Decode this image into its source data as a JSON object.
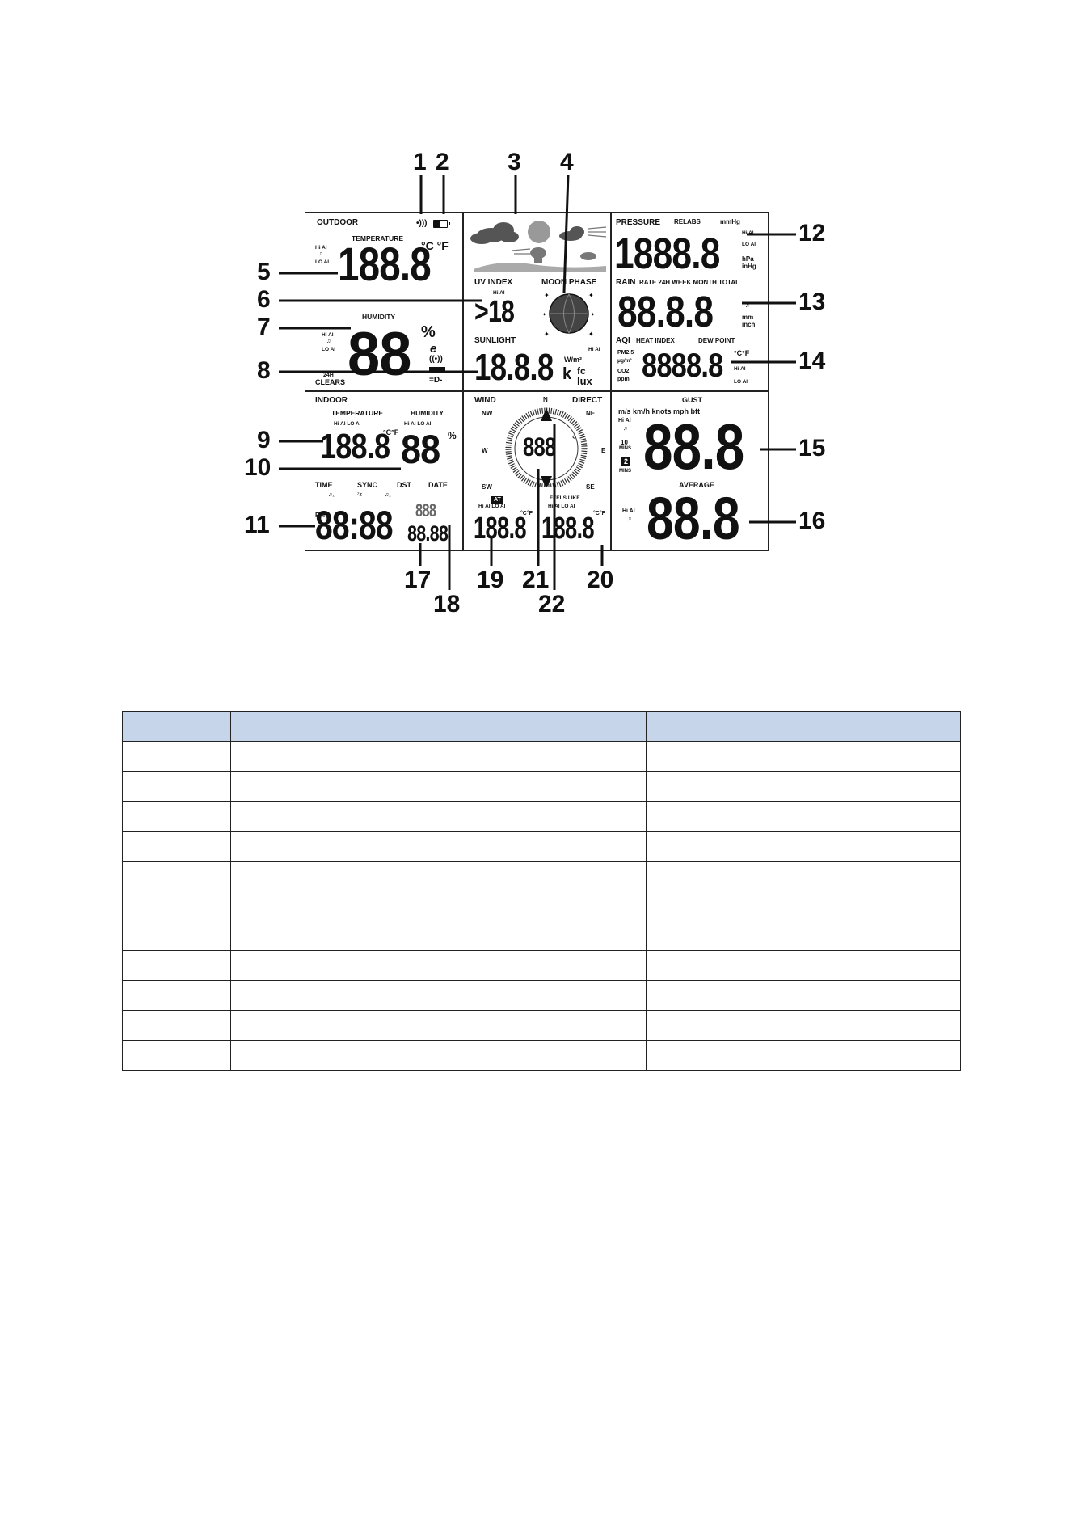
{
  "callouts": [
    "1",
    "2",
    "3",
    "4",
    "5",
    "6",
    "7",
    "8",
    "9",
    "10",
    "11",
    "12",
    "13",
    "14",
    "15",
    "16",
    "17",
    "18",
    "19",
    "20",
    "21",
    "22"
  ],
  "outdoor": {
    "section": "OUTDOOR",
    "temperature_label": "TEMPERATURE",
    "units": "°C °F",
    "hi_al": "Hi Al",
    "lo_al": "LO Al",
    "temp_value": "188.8",
    "humidity_label": "HUMIDITY",
    "humidity_value": "88",
    "percent": "%",
    "clears_24h": "24H",
    "clears": "CLEARS"
  },
  "uv": {
    "label": "UV INDEX",
    "hi_al": "Hi Al",
    "value": ">18"
  },
  "moon": {
    "label": "MOON PHASE"
  },
  "sunlight": {
    "label": "SUNLIGHT",
    "value": "18.8.8",
    "hi_al": "Hi Al",
    "unit_wm2": "W/m²",
    "k": "k",
    "fc": "fc",
    "lux": "lux"
  },
  "pressure": {
    "label": "PRESSURE",
    "relabs": "RELABS",
    "mmhg": "mmHg",
    "value": "1888.8",
    "hi_al": "Hi Al",
    "lo_al": "LO Al",
    "hpa": "hPa",
    "inhg": "inHg"
  },
  "rain": {
    "label": "RAIN",
    "modes": "RATE 24H WEEK MONTH TOTAL",
    "value": "88.8.8",
    "mm": "mm",
    "inch": "inch"
  },
  "aqi": {
    "aqi": "AQI",
    "heat_index": "HEAT INDEX",
    "dew_point": "DEW POINT",
    "pm25": "PM2.5",
    "ugm3": "μg/m³",
    "co2": "CO2",
    "ppm": "ppm",
    "value": "8888.8",
    "units": "°C°F",
    "hi_al": "Hi Al",
    "lo_al": "LO Al"
  },
  "indoor": {
    "section": "INDOOR",
    "temperature_label": "TEMPERATURE",
    "humidity_label": "HUMIDITY",
    "al_row": "Hi Al  LO Al",
    "temp_value": "188.8",
    "units": "°C°F",
    "humidity_value": "88",
    "percent": "%"
  },
  "time": {
    "time": "TIME",
    "sync": "SYNC",
    "dst": "DST",
    "date": "DATE",
    "pm": "PM",
    "clock": "88:88",
    "seconds": "88.88",
    "date_value": "888"
  },
  "wind": {
    "label": "WIND",
    "direct": "DIRECT",
    "n": "N",
    "ne": "NE",
    "e": "E",
    "se": "SE",
    "s": "S",
    "sw": "SW",
    "w": "W",
    "nw": "NW",
    "dir_value": "888",
    "deg": "°",
    "at": "AT",
    "feels_like": "FEELS LIKE",
    "hi_lo": "Hi Al  LO Al",
    "units": "°C°F",
    "at_value": "188.8",
    "feels_value": "188.8"
  },
  "gust": {
    "label": "GUST",
    "units": "m/s km/h knots mph bft",
    "hi_al": "Hi Al",
    "ten_mins": "10",
    "mins": "MINS",
    "two": "2",
    "value": "88.8"
  },
  "average": {
    "label": "AVERAGE",
    "hi_al": "Hi Al",
    "value": "88.8"
  }
}
